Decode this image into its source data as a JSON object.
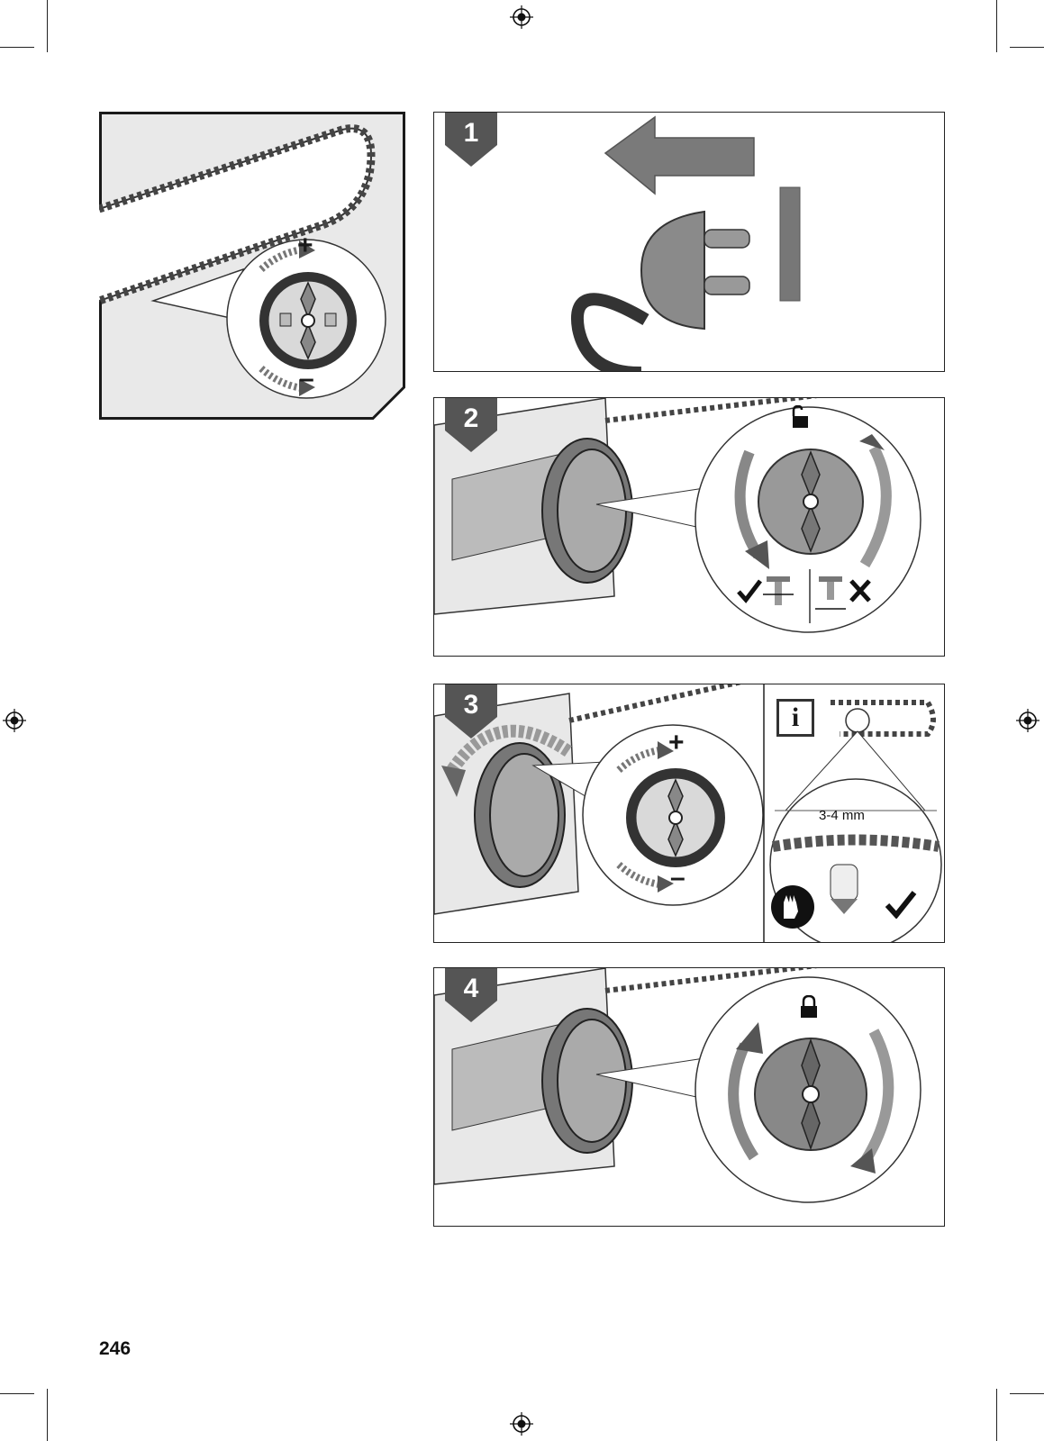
{
  "page_number": "246",
  "steps": [
    {
      "number": "1"
    },
    {
      "number": "2"
    },
    {
      "number": "3"
    },
    {
      "number": "4"
    }
  ],
  "tension_marks": {
    "plus": "+",
    "minus": "–"
  },
  "measurement": "3-4 mm",
  "info_symbol": "i",
  "icons": {
    "registration": "registration-mark-icon",
    "unplug": "unplug-icon",
    "unlock": "unlock-icon",
    "lock": "lock-icon",
    "check": "check-icon",
    "cross": "cross-icon",
    "gloves": "gloves-icon",
    "info": "info-icon"
  },
  "colors": {
    "badge": "#555555",
    "ink": "#1a1a1a",
    "panel_grey": "#e6e6e6",
    "knob_grey": "#9a9a9a"
  }
}
